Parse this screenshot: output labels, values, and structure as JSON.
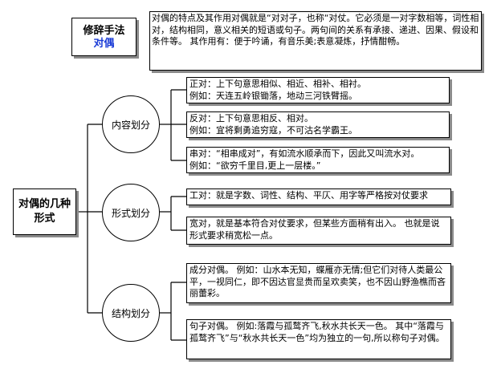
{
  "title": {
    "line1": "修辞手法",
    "line2": "对偶"
  },
  "description": "对偶的特点及其作用对偶就是“对对子，也称“对仗。它必须是一对字数相等，词性相对，结构相同，意义相关的短语或句子。两句间的关系有承接、递进、因果、假设和条件等。    其作用有：便于吟诵，有音乐美;表意凝炼，抒情酣畅。",
  "root": "对偶的几种形式",
  "categories": [
    {
      "label": "内容划分",
      "items": [
        {
          "l1": "正对：上下句意思相似、相近、相补、相衬。",
          "l2": "例如：天连五岭银锄落，地动三河铁臂摇。"
        },
        {
          "l1": "反对：上下句意思相反、相对。",
          "l2": "例如：宜将剩勇追穷寇，不可沽名学霸王。"
        },
        {
          "l1": "串对：“相串成对”，有如流水顺承而下，因此又叫流水对。",
          "l2": "例如：“欲穷千里目,更上一层楼。”"
        }
      ]
    },
    {
      "label": "形式划分",
      "items": [
        {
          "l1": "工对：就是字数、词性、结构、平仄、用字等严格按对仗要求"
        },
        {
          "l1": "宽对，就是基本符合对仗要求，但某些方面稍有出入。 也就是说形式要求稍宽松一点。"
        }
      ]
    },
    {
      "label": "结构划分",
      "items": [
        {
          "l1": "成分对偶。   例如：山水本无知，蝶雁亦无情;但它们对待人类最公平，一视同仁，即不因达官显贵而呈欢卖笑，也不因山野渔樵而吝丽蕾彩。"
        },
        {
          "l1": "句子对偶。 例如:落霞与孤鹜齐飞,秋水共长天一色。 其中“落霞与孤鹜齐飞”与“秋水共长天一色”均为独立的一句,所以称句子对偶。"
        }
      ]
    }
  ]
}
